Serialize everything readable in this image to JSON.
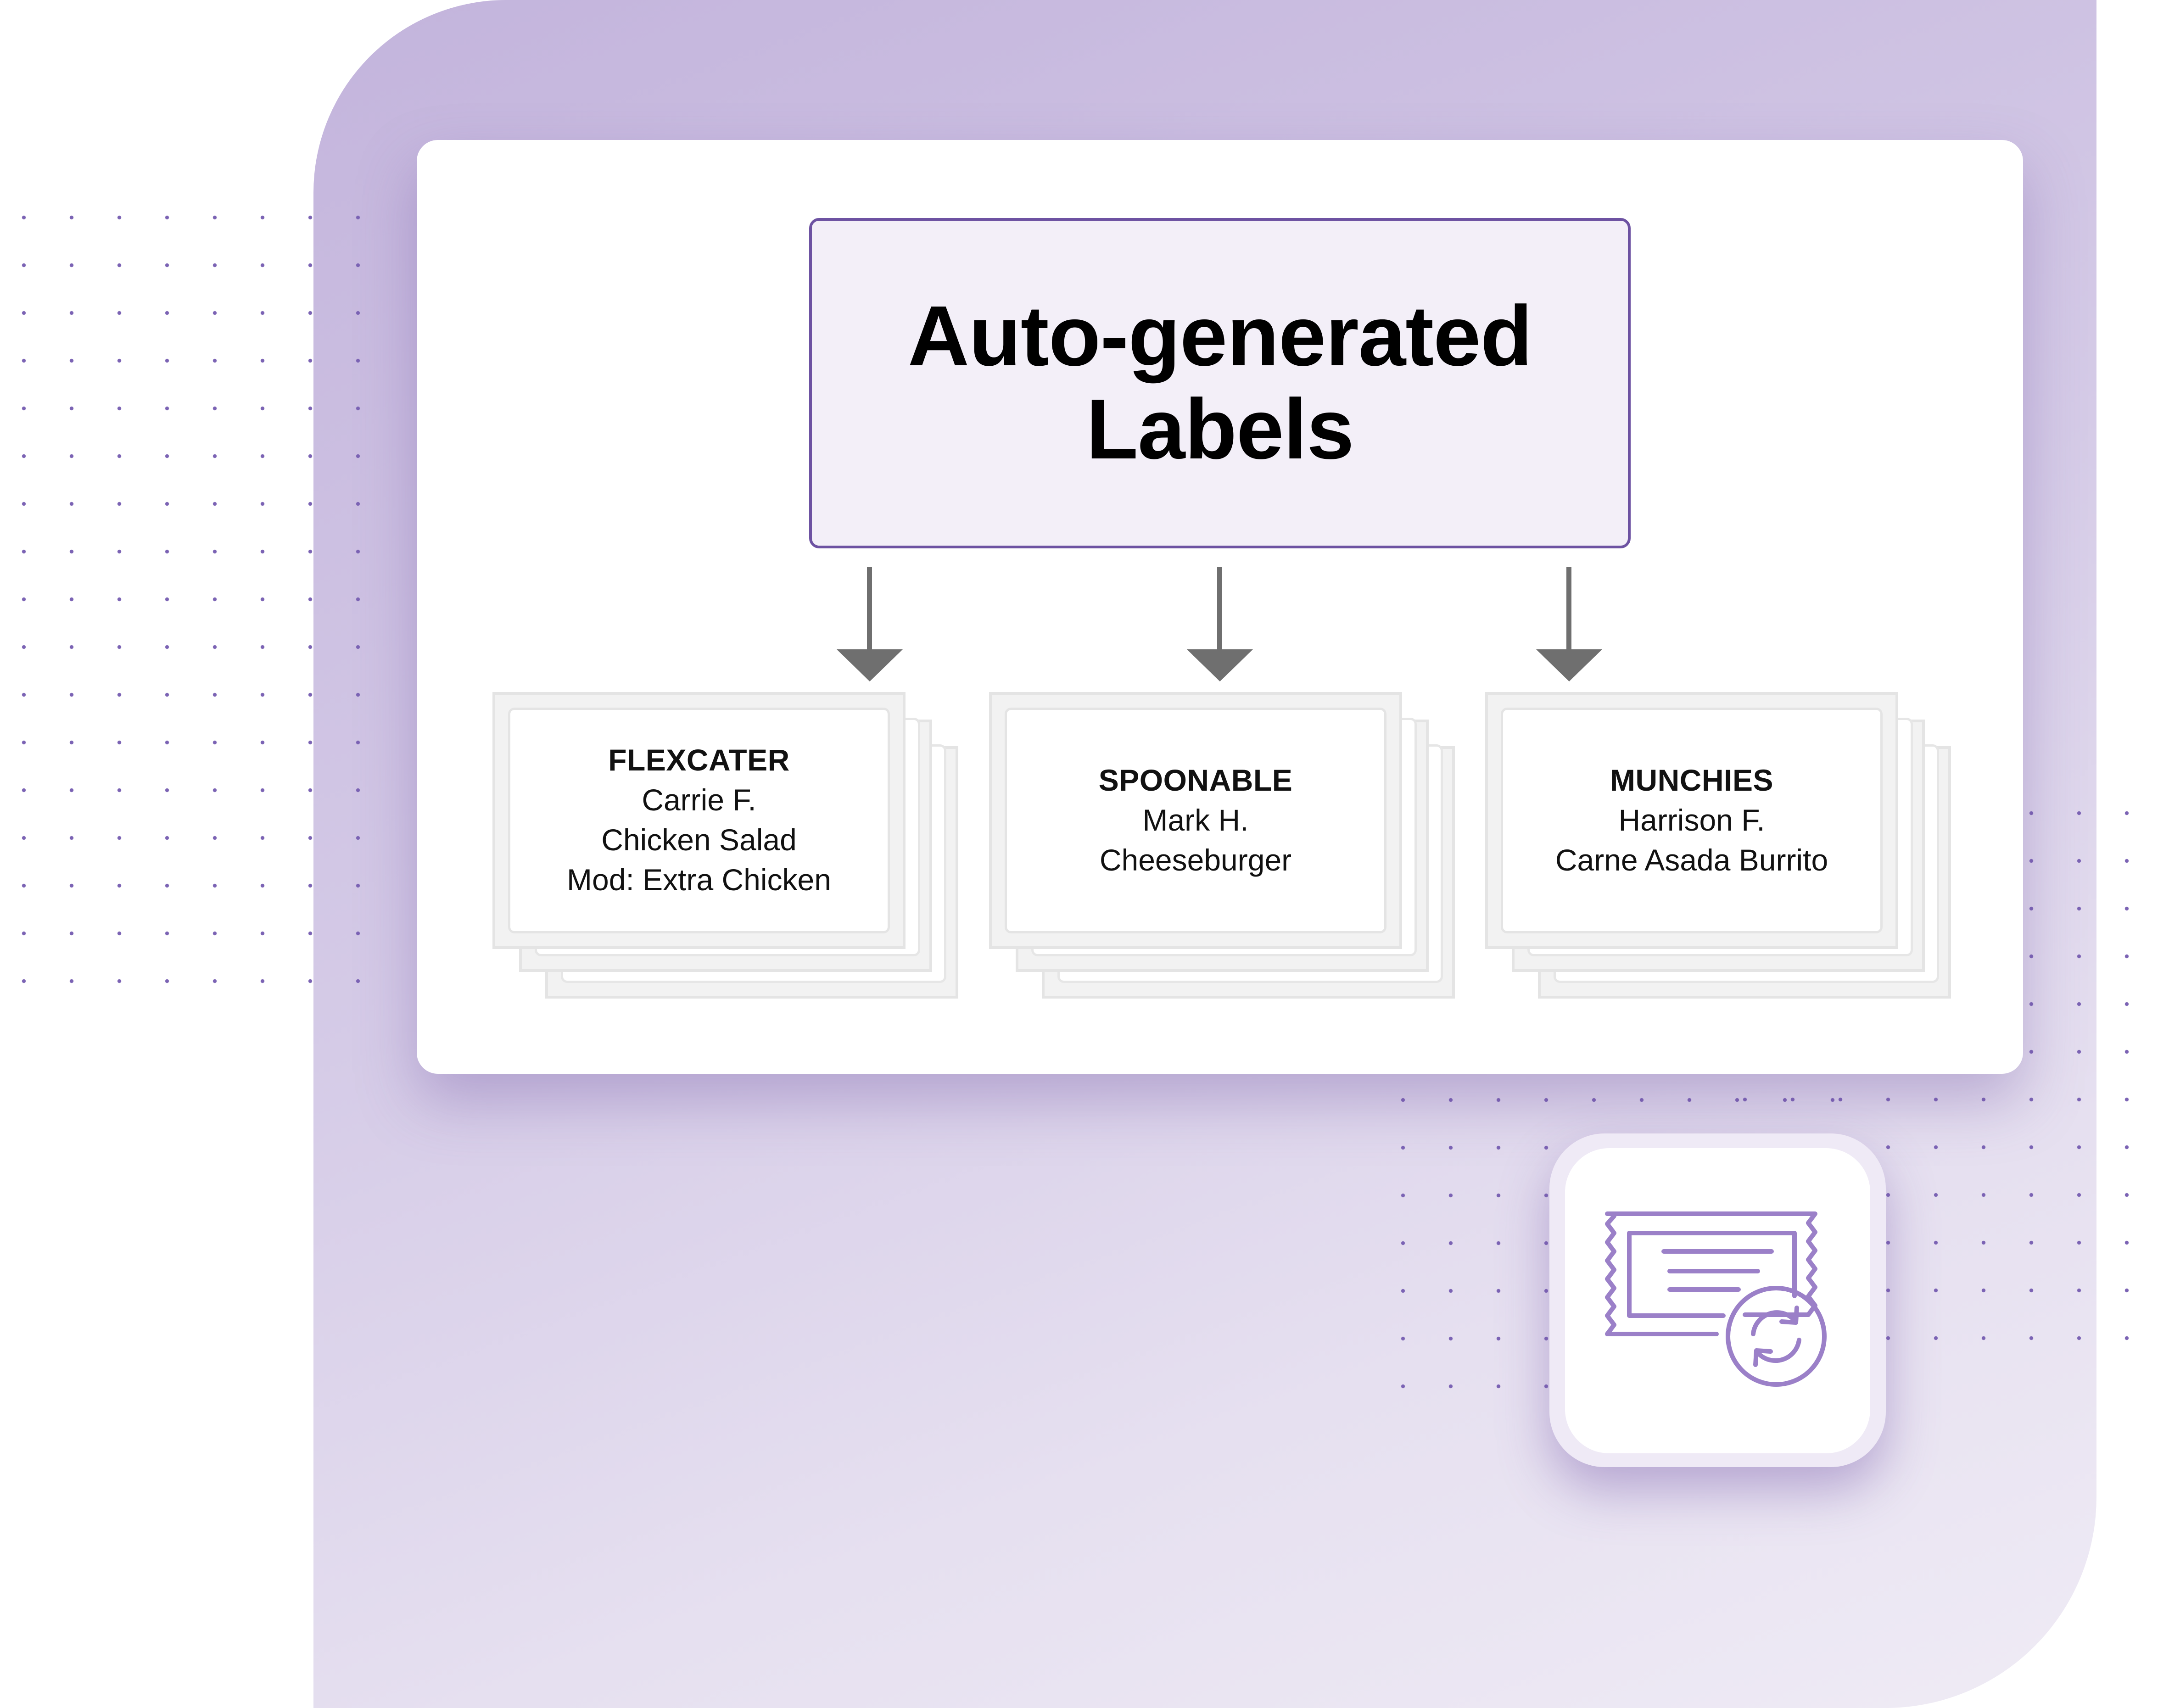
{
  "title": {
    "line1": "Auto-generated",
    "line2": "Labels"
  },
  "labels": [
    {
      "vendor": "FLEXCATER",
      "lines": [
        "Carrie F.",
        "Chicken Salad",
        "Mod: Extra Chicken"
      ]
    },
    {
      "vendor": "SPOONABLE",
      "lines": [
        "Mark H.",
        "Cheeseburger"
      ]
    },
    {
      "vendor": "MUNCHIES",
      "lines": [
        "Harrison F.",
        "Carne Asada Burrito"
      ]
    }
  ],
  "icon": {
    "name": "label-refresh-icon",
    "color": "#9b80c8"
  },
  "colors": {
    "accent": "#6d52a2",
    "panel": "#c9bce0",
    "arrow": "#6f6f6f"
  }
}
